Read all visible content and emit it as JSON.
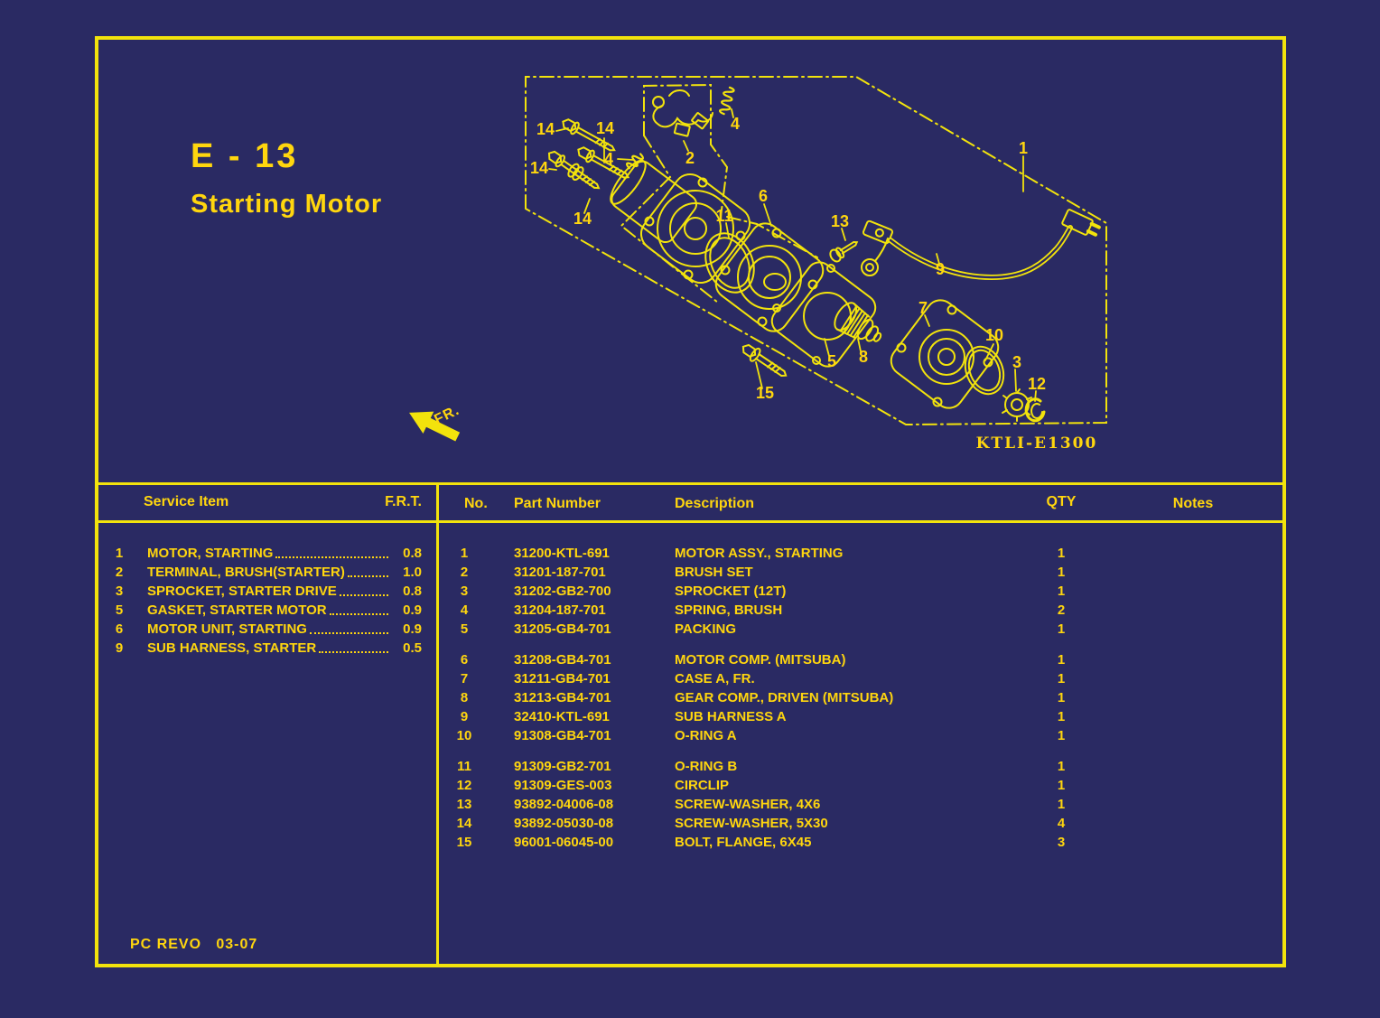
{
  "theme": {
    "background": "#2a2a63",
    "line_yellow": "#f2e30c",
    "text_yellow": "#ffd60e"
  },
  "header": {
    "code": "E - 13",
    "title": "Starting Motor"
  },
  "diagram": {
    "plate_code": "KTLI-E1300",
    "fr_label": "FR.",
    "callouts": [
      {
        "id": "14-a",
        "label": "14"
      },
      {
        "id": "14-b",
        "label": "14"
      },
      {
        "id": "14-c",
        "label": "14"
      },
      {
        "id": "14-d",
        "label": "14"
      },
      {
        "id": "4-a",
        "label": "4"
      },
      {
        "id": "4-b",
        "label": "4"
      },
      {
        "id": "2",
        "label": "2"
      },
      {
        "id": "6",
        "label": "6"
      },
      {
        "id": "11",
        "label": "11"
      },
      {
        "id": "13",
        "label": "13"
      },
      {
        "id": "9",
        "label": "9"
      },
      {
        "id": "1",
        "label": "1"
      },
      {
        "id": "5",
        "label": "5"
      },
      {
        "id": "8",
        "label": "8"
      },
      {
        "id": "7",
        "label": "7"
      },
      {
        "id": "10",
        "label": "10"
      },
      {
        "id": "3",
        "label": "3"
      },
      {
        "id": "12",
        "label": "12"
      },
      {
        "id": "15",
        "label": "15"
      }
    ]
  },
  "service_table": {
    "headers": {
      "item": "Service Item",
      "frt": "F.R.T."
    },
    "rows": [
      {
        "no": "1",
        "item": "MOTOR, STARTING",
        "frt": "0.8"
      },
      {
        "no": "2",
        "item": "TERMINAL, BRUSH(STARTER)",
        "frt": "1.0"
      },
      {
        "no": "3",
        "item": "SPROCKET, STARTER DRIVE",
        "frt": "0.8"
      },
      {
        "no": "5",
        "item": "GASKET, STARTER MOTOR",
        "frt": "0.9"
      },
      {
        "no": "6",
        "item": "MOTOR UNIT, STARTING",
        "frt": "0.9"
      },
      {
        "no": "9",
        "item": "SUB HARNESS, STARTER",
        "frt": "0.5"
      }
    ]
  },
  "parts_table": {
    "headers": {
      "no": "No.",
      "part": "Part Number",
      "desc": "Description",
      "qty": "QTY",
      "notes": "Notes"
    },
    "groups": [
      [
        {
          "no": "1",
          "part": "31200-KTL-691",
          "desc": "MOTOR ASSY., STARTING",
          "qty": "1",
          "notes": ""
        },
        {
          "no": "2",
          "part": "31201-187-701",
          "desc": "BRUSH SET",
          "qty": "1",
          "notes": ""
        },
        {
          "no": "3",
          "part": "31202-GB2-700",
          "desc": "SPROCKET (12T)",
          "qty": "1",
          "notes": ""
        },
        {
          "no": "4",
          "part": "31204-187-701",
          "desc": "SPRING, BRUSH",
          "qty": "2",
          "notes": ""
        },
        {
          "no": "5",
          "part": "31205-GB4-701",
          "desc": "PACKING",
          "qty": "1",
          "notes": ""
        }
      ],
      [
        {
          "no": "6",
          "part": "31208-GB4-701",
          "desc": "MOTOR COMP. (MITSUBA)",
          "qty": "1",
          "notes": ""
        },
        {
          "no": "7",
          "part": "31211-GB4-701",
          "desc": "CASE A, FR.",
          "qty": "1",
          "notes": ""
        },
        {
          "no": "8",
          "part": "31213-GB4-701",
          "desc": "GEAR COMP., DRIVEN (MITSUBA)",
          "qty": "1",
          "notes": ""
        },
        {
          "no": "9",
          "part": "32410-KTL-691",
          "desc": "SUB HARNESS A",
          "qty": "1",
          "notes": ""
        },
        {
          "no": "10",
          "part": "91308-GB4-701",
          "desc": "O-RING A",
          "qty": "1",
          "notes": ""
        }
      ],
      [
        {
          "no": "11",
          "part": "91309-GB2-701",
          "desc": "O-RING B",
          "qty": "1",
          "notes": ""
        },
        {
          "no": "12",
          "part": "91309-GES-003",
          "desc": "CIRCLIP",
          "qty": "1",
          "notes": ""
        },
        {
          "no": "13",
          "part": "93892-04006-08",
          "desc": "SCREW-WASHER, 4X6",
          "qty": "1",
          "notes": ""
        },
        {
          "no": "14",
          "part": "93892-05030-08",
          "desc": "SCREW-WASHER, 5X30",
          "qty": "4",
          "notes": ""
        },
        {
          "no": "15",
          "part": "96001-06045-00",
          "desc": "BOLT, FLANGE, 6X45",
          "qty": "3",
          "notes": ""
        }
      ]
    ]
  },
  "footer": {
    "label": "PC REVO   03-07"
  }
}
